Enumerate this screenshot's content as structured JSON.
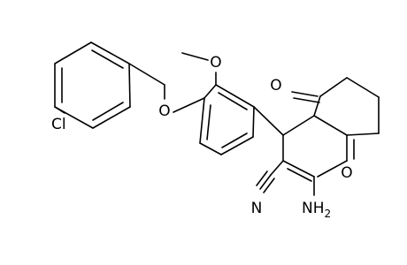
{
  "molecule": {
    "labels": {
      "chlorine": "Cl",
      "ether_oxygen": "O",
      "methoxy_group": "O",
      "ketone_oxygen": "O",
      "ring_oxygen": "O",
      "nitrile_nitrogen": "N",
      "amine_main": "NH",
      "amine_subscript": "2"
    },
    "colors": {
      "bond": "#000000",
      "text": "#000000",
      "background": "#ffffff"
    }
  }
}
